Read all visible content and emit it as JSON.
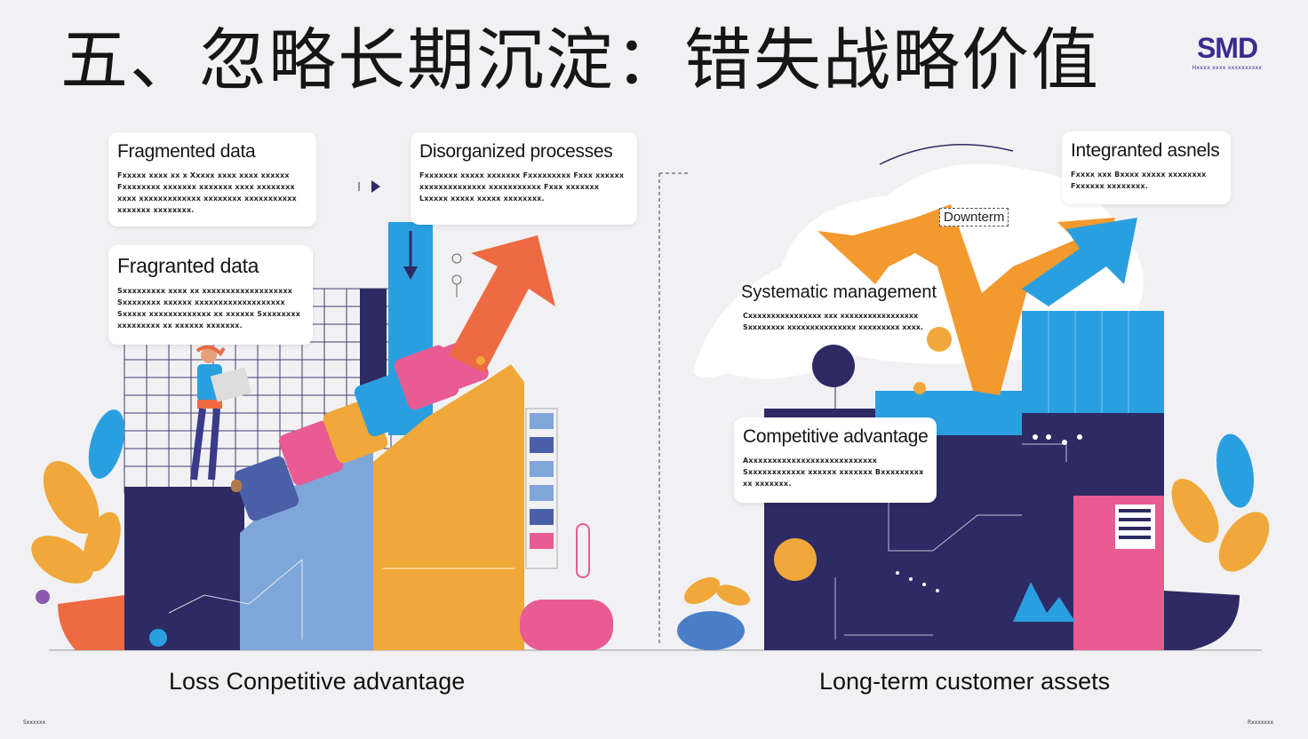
{
  "title": "五、忽略长期沉淀：错失战略价值",
  "logo": {
    "mark": "SMD",
    "sub": "Hxxxx xxxx xxxxxxxxxx"
  },
  "left": {
    "cards": [
      {
        "heading": "Fragmented data",
        "text": "Fxxxxx xxxx xx x Xxxxx xxxx xxxx xxxxxx Fxxxxxxxx xxxxxxx xxxxxxx xxxx xxxxxxxx xxxx xxxxxxxxxxxxx xxxxxxxx xxxxxxxxxxx xxxxxxx xxxxxxxx."
      },
      {
        "heading": "Fragranted data",
        "text": "Sxxxxxxxxx xxxx xx xxxxxxxxxxxxxxxxxxx Sxxxxxxxx xxxxxx xxxxxxxxxxxxxxxxxxx Sxxxxx xxxxxxxxxxxxx xx xxxxxx Sxxxxxxxx xxxxxxxxx xx xxxxxx xxxxxxx."
      },
      {
        "heading": "Disorganized processes",
        "text": "Fxxxxxxx xxxxx xxxxxxx Fxxxxxxxxx Fxxx xxxxxx xxxxxxxxxxxxxx xxxxxxxxxxx Fxxx xxxxxxx Lxxxxx xxxxx xxxxx xxxxxxxx."
      }
    ],
    "bottom_label": "Loss Conpetitive advantage",
    "footer": "Sxxxxxx"
  },
  "right": {
    "cards": [
      {
        "heading": "Integranted asnels",
        "text": "Fxxxx xxx Bxxxx xxxxx xxxxxxxx Fxxxxxx xxxxxxxx."
      },
      {
        "heading": "Systematic management",
        "text": "Cxxxxxxxxxxxxxxxx xxx xxxxxxxxxxxxxxxxx Sxxxxxxxx xxxxxxxxxxxxxxx xxxxxxxxx xxxx."
      },
      {
        "heading": "Competitive advantage",
        "text": "Axxxxxxxxxxxxxxxxxxxxxxxxxxx Sxxxxxxxxxxxx xxxxxx xxxxxxx Bxxxxxxxxx xx xxxxxxx."
      }
    ],
    "tag": "Downterm",
    "bottom_label": "Long-term customer assets",
    "footer": "Rxxxxxxx"
  },
  "colors": {
    "navy": "#2e2a63",
    "orange": "#f0a83a",
    "red": "#ee6a42",
    "pink": "#e85b93",
    "blue": "#2a9fe0",
    "lightblue": "#7fa6d8",
    "purple": "#3a2b8e"
  },
  "icons": [
    "arrow-up-right-icon",
    "arrow-zigzag-icon",
    "person-icon",
    "leaf-icon",
    "coin-icon",
    "chart-icon"
  ]
}
